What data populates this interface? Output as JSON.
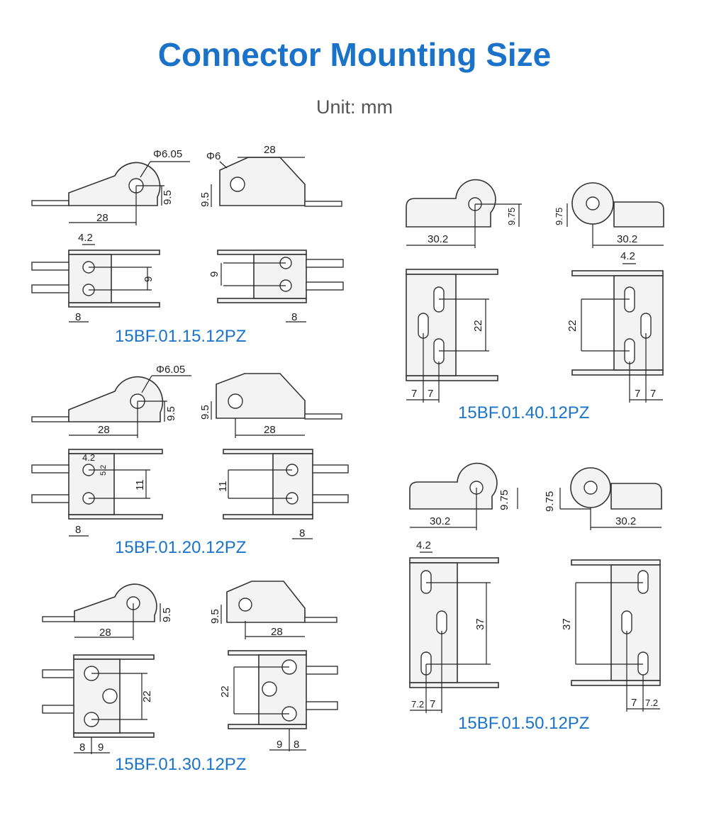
{
  "header": {
    "title": "Connector Mounting Size",
    "unit": "Unit: mm"
  },
  "models": [
    "15BF.01.15.12PZ",
    "15BF.01.20.12PZ",
    "15BF.01.30.12PZ",
    "15BF.01.40.12PZ",
    "15BF.01.50.12PZ"
  ],
  "dims": {
    "d6_05": "Φ6.05",
    "d6": "Φ6",
    "v28": "28",
    "v9_5": "9.5",
    "v4_2": "4.2",
    "v9": "9",
    "v8": "8",
    "v11": "11",
    "v22": "22",
    "v30_2": "30.2",
    "v9_75": "9.75",
    "v7": "7",
    "v37": "37",
    "v7_2": "7.2",
    "v5_2": "5.2"
  }
}
